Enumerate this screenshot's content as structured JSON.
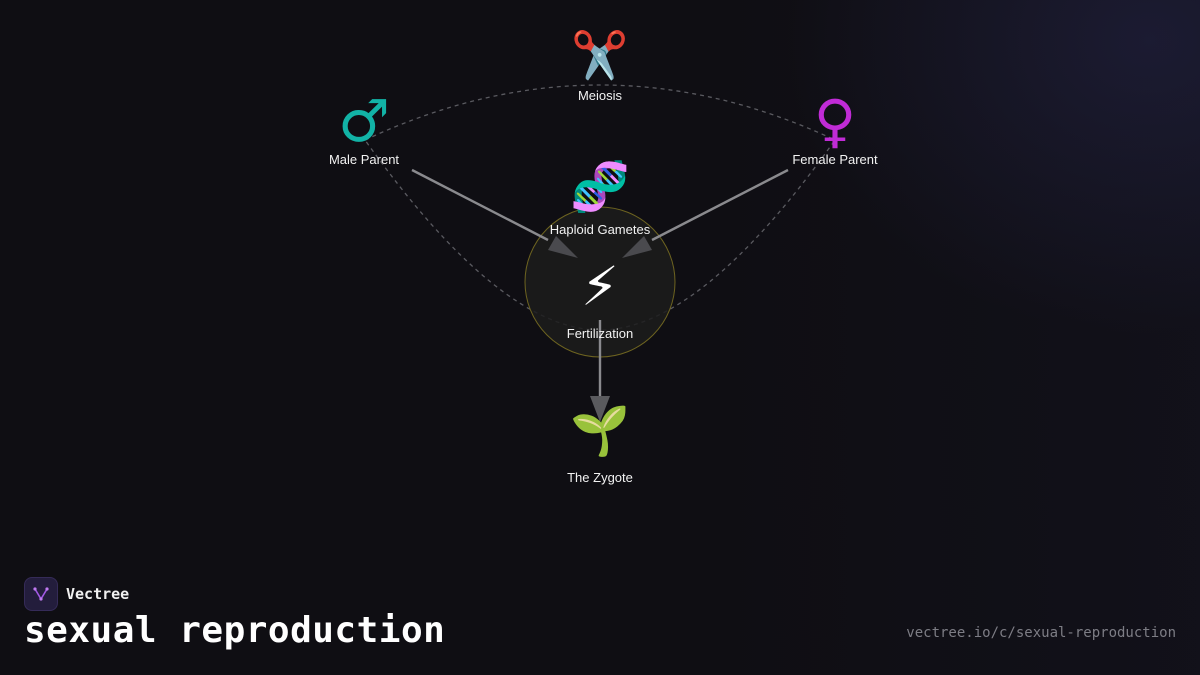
{
  "diagram": {
    "nodes": {
      "meiosis": {
        "label": "Meiosis",
        "icon": "scissors-icon",
        "glyph": "✂️"
      },
      "male_parent": {
        "label": "Male Parent",
        "icon": "male-symbol-icon",
        "glyph": "♂",
        "color": "#12b3a6"
      },
      "female_parent": {
        "label": "Female Parent",
        "icon": "female-symbol-icon",
        "glyph": "♀",
        "color": "#c02bd6"
      },
      "haploid_gametes": {
        "label": "Haploid Gametes",
        "icon": "dna-icon",
        "glyph": "🧬"
      },
      "fertilization": {
        "label": "Fertilization",
        "icon": "lightning-icon",
        "glyph": "⚡"
      },
      "zygote": {
        "label": "The Zygote",
        "icon": "seedling-icon",
        "glyph": "🌱"
      }
    },
    "colors": {
      "highlight_ring": "#6e6420",
      "arrow": "#8a8a8e",
      "dashed_cycle": "#5a5a60"
    }
  },
  "brand": {
    "name": "Vectree",
    "icon": "vectree-logo-icon"
  },
  "page_title": "sexual reproduction",
  "url": "vectree.io/c/sexual-reproduction"
}
